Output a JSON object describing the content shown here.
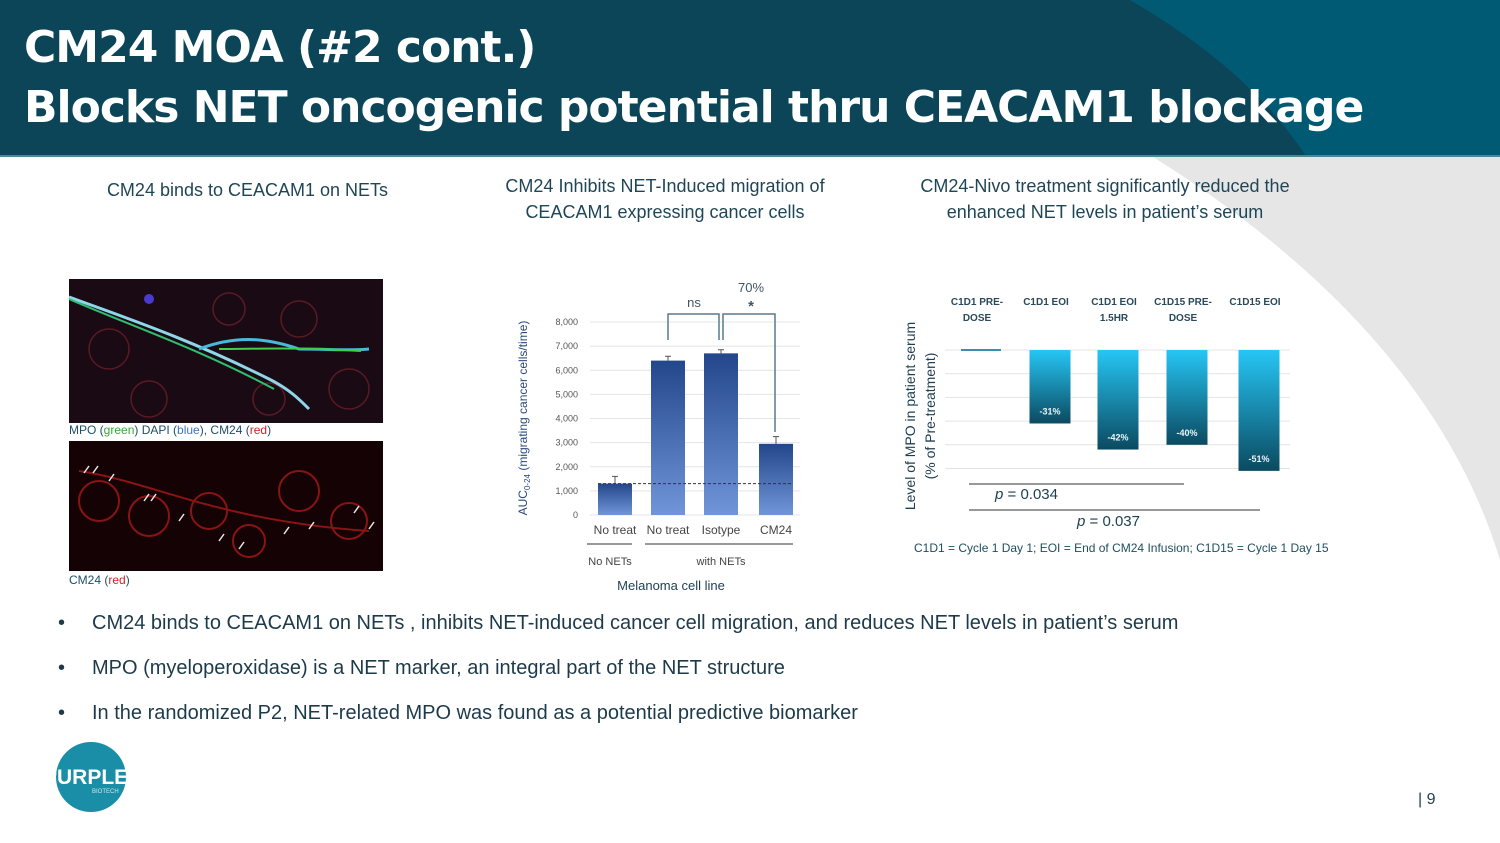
{
  "header": {
    "title_line1": "CM24 MOA (#2 cont.)",
    "title_line2": "Blocks NET oncogenic potential thru CEACAM1 blockage"
  },
  "colors": {
    "header_dark": "#0b4557",
    "header": "#005a73",
    "bar_dark": "#23478a",
    "bar_light": "#6e93d6",
    "mpo_top": "#26c6f5",
    "mpo_bottom": "#0b4a60"
  },
  "panels": {
    "left_title": "CM24 binds to CEACAM1 on NETs",
    "middle_title": "CM24 Inhibits NET-Induced migration of CEACAM1 expressing cancer cells",
    "right_title": "CM24-Nivo treatment significantly reduced the enhanced NET levels in patient’s serum"
  },
  "images": {
    "caption1": {
      "a": "MPO (",
      "green": "green",
      "b": ") DAPI (",
      "blue": "blue",
      "c": "), CM24 (",
      "red": "red",
      "d": ")"
    },
    "caption2": {
      "a": "CM24 (",
      "red": "red",
      "d": ")"
    }
  },
  "chart_data": [
    {
      "type": "bar",
      "title": "",
      "ylabel": "AUC0-24 (migrating cancer cells/time)",
      "ylabel_main": "AUC",
      "ylabel_sub": "0-24",
      "ylabel_rest": " (migrating cancer cells/time)",
      "xlabel": "Melanoma cell line",
      "categories": [
        "No treat",
        "No treat",
        "Isotype",
        "CM24"
      ],
      "groups": [
        {
          "label": "No NETs",
          "span": [
            0,
            0
          ]
        },
        {
          "label": "with NETs",
          "span": [
            1,
            3
          ]
        }
      ],
      "values": [
        1300,
        6400,
        6700,
        2950
      ],
      "errors": [
        300,
        180,
        150,
        300
      ],
      "baseline": 1300,
      "ylim": [
        0,
        8000
      ],
      "yticks": [
        "0",
        "1,000",
        "2,000",
        "3,000",
        "4,000",
        "5,000",
        "6,000",
        "7,000",
        "8,000"
      ],
      "annotations": [
        {
          "text": "ns",
          "between": [
            1,
            2
          ]
        },
        {
          "text": "70%",
          "between": [
            2,
            3
          ]
        },
        {
          "text": "*",
          "between": [
            2,
            3
          ]
        }
      ],
      "grid": true
    },
    {
      "type": "bar",
      "ylabel_line1": "Level of MPO in patient serum",
      "ylabel_line2": "(% of Pre-treatment)",
      "categories": [
        [
          "C1D1 PRE-",
          "DOSE"
        ],
        [
          "C1D1 EOI",
          ""
        ],
        [
          "C1D1 EOI",
          "1.5HR"
        ],
        [
          "C1D15 PRE-",
          "DOSE"
        ],
        [
          "C1D15 EOI",
          ""
        ]
      ],
      "values": [
        0,
        -31,
        -42,
        -40,
        -51
      ],
      "value_labels": [
        "",
        "-31%",
        "-42%",
        "-40%",
        "-51%"
      ],
      "ylim": [
        -60,
        0
      ],
      "grid": true,
      "pvalues": [
        {
          "italic": "p",
          "text": " = 0.034"
        },
        {
          "italic": "p",
          "text": " = 0.037"
        }
      ],
      "footnote": "C1D1 = Cycle 1 Day 1; EOI = End of CM24 Infusion; C1D15 = Cycle 1 Day 15"
    }
  ],
  "bullets": [
    "CM24 binds to CEACAM1 on NETs , inhibits NET-induced cancer cell migration, and reduces NET levels in patient’s serum",
    "MPO (myeloperoxidase) is a NET marker, an integral part of the NET structure",
    "In the randomized P2, NET-related MPO was found as a potential predictive biomarker"
  ],
  "bullet_symbol": "•",
  "logo": {
    "text": "PURPLE",
    "subtext": "BIOTECH"
  },
  "page_number": "| 9"
}
